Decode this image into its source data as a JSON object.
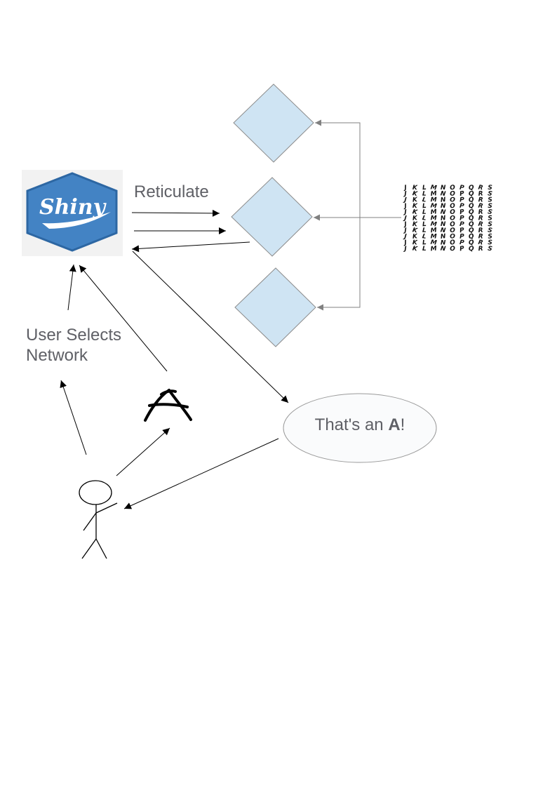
{
  "logo": {
    "text": "Shiny",
    "icon": "shiny-hex-logo"
  },
  "edge_label_reticulate": "Reticulate",
  "user_label": {
    "line1": "User Selects",
    "line2": "Network"
  },
  "speech_bubble": {
    "prefix": "That's an ",
    "bold": "A",
    "suffix": "!"
  },
  "drawn_letter": "A",
  "dataset_icon": "handwritten-letters-grid-icon",
  "network_icon": "diamond-network-node",
  "colors": {
    "node_fill": "#cfe4f3",
    "node_stroke": "#8c8c8c",
    "logo_blue": "#4080c0",
    "logo_border": "#2f6aa8",
    "text": "#5f6066",
    "arrow": "#000000",
    "connector": "#808080"
  },
  "letter_grid_rows": [
    "JKLMNOPQRS",
    "JKLMNOPQRS",
    "JKLMNOPQRS",
    "JKLMNOPQRS",
    "JKLMNOPQRS",
    "JKLMNOPQRS",
    "JKLMNOPQRS",
    "JKLMNOPQRS",
    "JKLMNOPQRS",
    "JKLMNOPQRS",
    "JKLMNOPQRS"
  ]
}
